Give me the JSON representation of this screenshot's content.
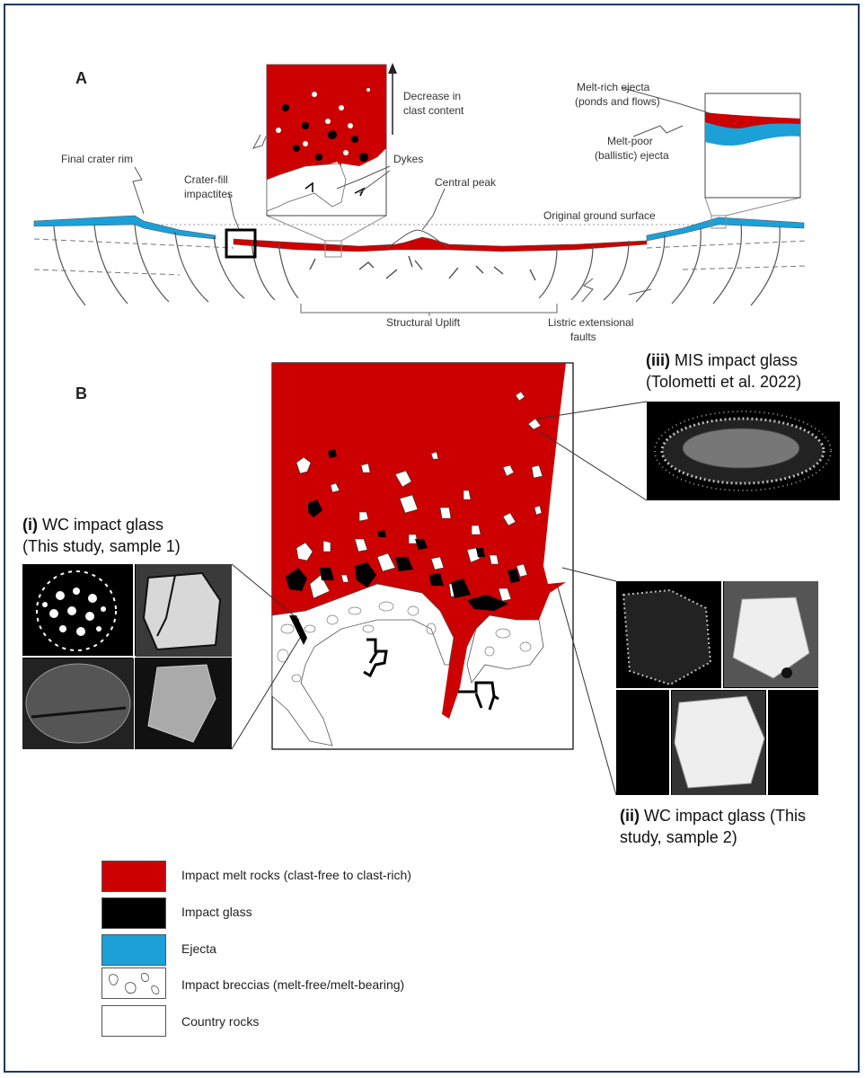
{
  "panelA": {
    "letter": "A",
    "labels": {
      "decrease": [
        "Decrease in",
        "clast content"
      ],
      "dykes": "Dykes",
      "final_rim": "Final crater rim",
      "crater_fill": [
        "Crater-fill",
        "impactites"
      ],
      "central_peak": "Central peak",
      "original_ground": "Original ground surface",
      "structural_uplift": "Structural Uplift",
      "listric": [
        "Listric extensional",
        "faults"
      ],
      "melt_rich": [
        "Melt-rich ejecta",
        "(ponds and flows)"
      ],
      "melt_poor": [
        "Melt-poor",
        "(ballistic) ejecta"
      ]
    }
  },
  "panelB": {
    "letter": "B",
    "iii": {
      "num": "(iii)",
      "line1": " MIS impact glass",
      "line2": "(Tolometti et al. 2022)"
    },
    "i": {
      "num": "(i)",
      "line1": " WC impact glass",
      "line2": "(This study, sample 1)"
    },
    "ii": {
      "num": "(ii)",
      "line1": " WC impact glass (This",
      "line2": "study, sample 2)"
    }
  },
  "legend": [
    {
      "label": "Impact melt rocks (clast-free to clast-rich)",
      "color": "#cc0000"
    },
    {
      "label": "Impact glass",
      "color": "#000000"
    },
    {
      "label": "Ejecta",
      "color": "#1ba0d8"
    },
    {
      "label": "Impact breccias (melt-free/melt-bearing)",
      "color": "#ffffff"
    },
    {
      "label": "Country rocks",
      "color": "#ffffff"
    }
  ],
  "colors": {
    "melt": "#cc0000",
    "ejecta": "#1ba0d8",
    "glass": "#000000",
    "frame": "#1f3864"
  }
}
